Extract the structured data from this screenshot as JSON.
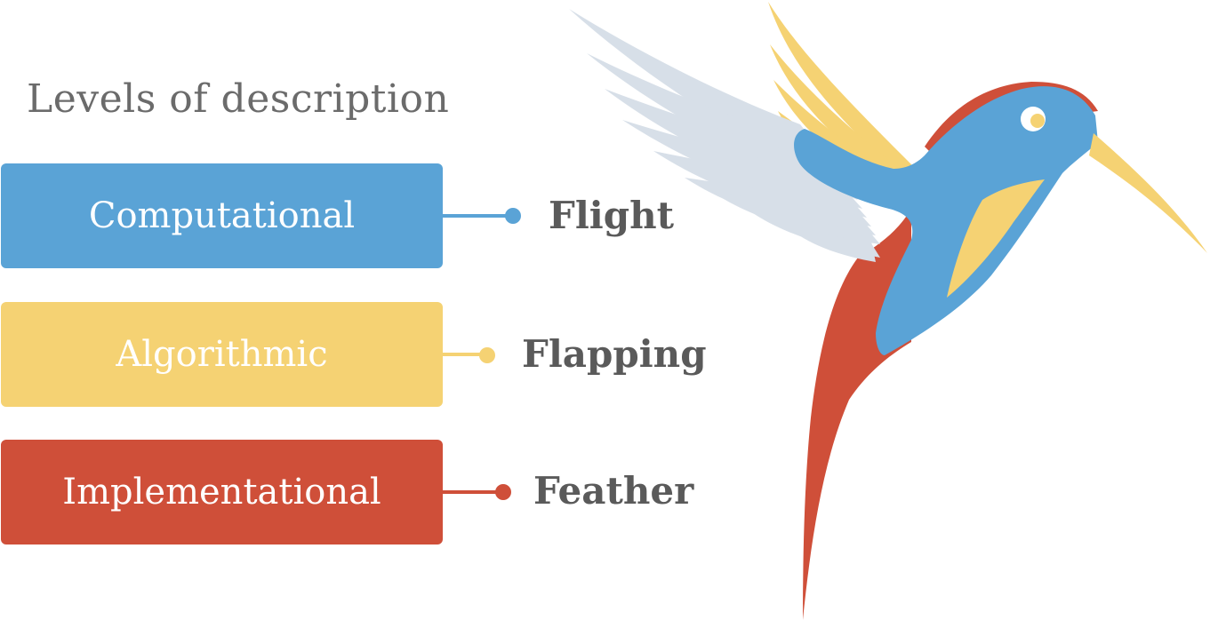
{
  "title": "Levels of description",
  "levels": [
    {
      "label": "Computational",
      "example": "Flight",
      "color": "#5aa3d6"
    },
    {
      "label": "Algorithmic",
      "example": "Flapping",
      "color": "#f5d273"
    },
    {
      "label": "Implementational",
      "example": "Feather",
      "color": "#cf4f39"
    }
  ],
  "colors": {
    "text_gray": "#5a5a5a",
    "wing_gray": "#d7dfe8",
    "bird_blue": "#5aa3d6",
    "bird_yellow": "#f5d273",
    "bird_red": "#cf4f39"
  },
  "illustration": "hummingbird"
}
